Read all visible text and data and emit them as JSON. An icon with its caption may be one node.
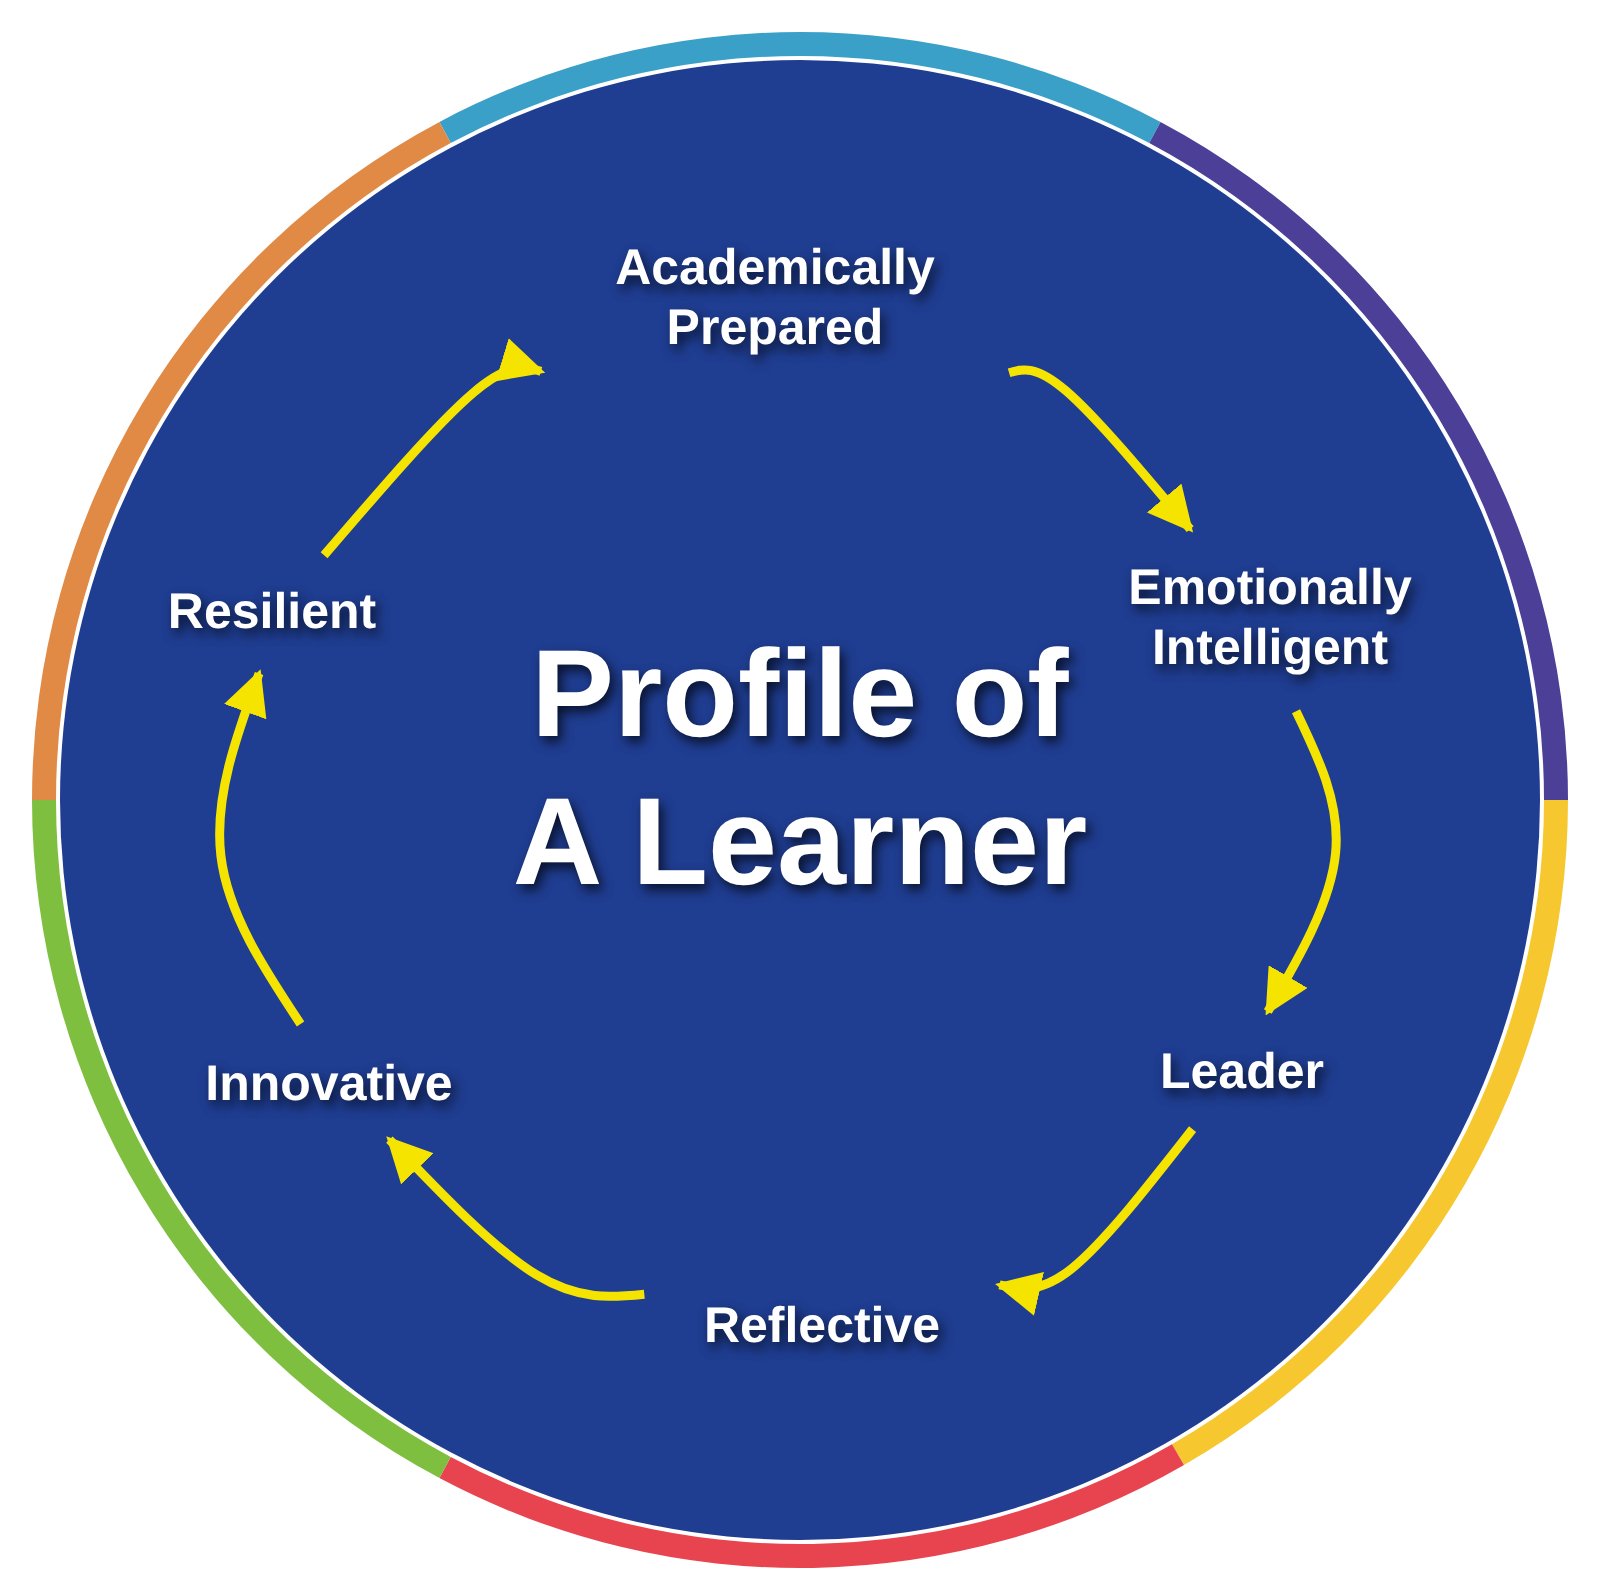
{
  "diagram": {
    "nodes": [
      {
        "text": [
          "Profile of A Learner"
        ]
      },
      {
        "text": [
          "Academically Prepared"
        ],
        "in": 0
      },
      {
        "text": [
          "Emotionally Intelligent"
        ],
        "in": 0
      },
      {
        "text": [
          "Leader"
        ],
        "in": 0
      },
      {
        "text": [
          "Reflective"
        ],
        "in": 0
      },
      {
        "text": [
          "Innovative"
        ],
        "in": 0
      },
      {
        "text": [
          "Resilient"
        ],
        "in": 0
      }
    ],
    "edges": [
      {
        "from": 1,
        "to": 2,
        "arrow": "to"
      },
      {
        "from": 2,
        "to": 3,
        "arrow": "to"
      },
      {
        "from": 3,
        "to": 4,
        "arrow": "to"
      },
      {
        "from": 4,
        "to": 5,
        "arrow": "to"
      },
      {
        "from": 5,
        "to": 6,
        "arrow": "to"
      },
      {
        "from": 6,
        "to": 1,
        "arrow": "to"
      }
    ]
  }
}
